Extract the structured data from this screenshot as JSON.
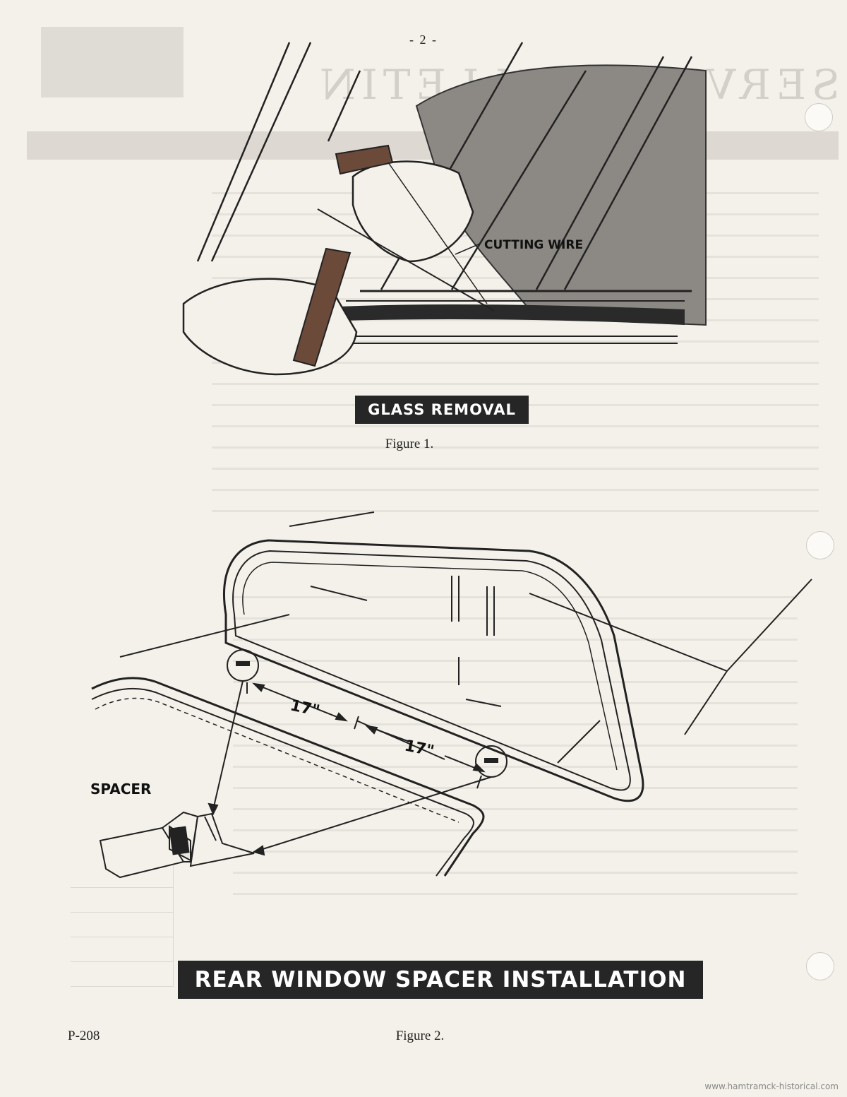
{
  "page": {
    "number": "- 2 -",
    "bulletin_code": "P-208",
    "watermark": "www.hamtramck-historical.com"
  },
  "figure1": {
    "label": "GLASS REMOVAL",
    "caption": "Figure 1.",
    "callouts": {
      "cutting_wire": "CUTTING WIRE"
    }
  },
  "figure2": {
    "label": "REAR WINDOW SPACER INSTALLATION",
    "caption": "Figure 2.",
    "callouts": {
      "spacer": "SPACER",
      "dim1": "17\"",
      "dim2": "17\""
    }
  }
}
